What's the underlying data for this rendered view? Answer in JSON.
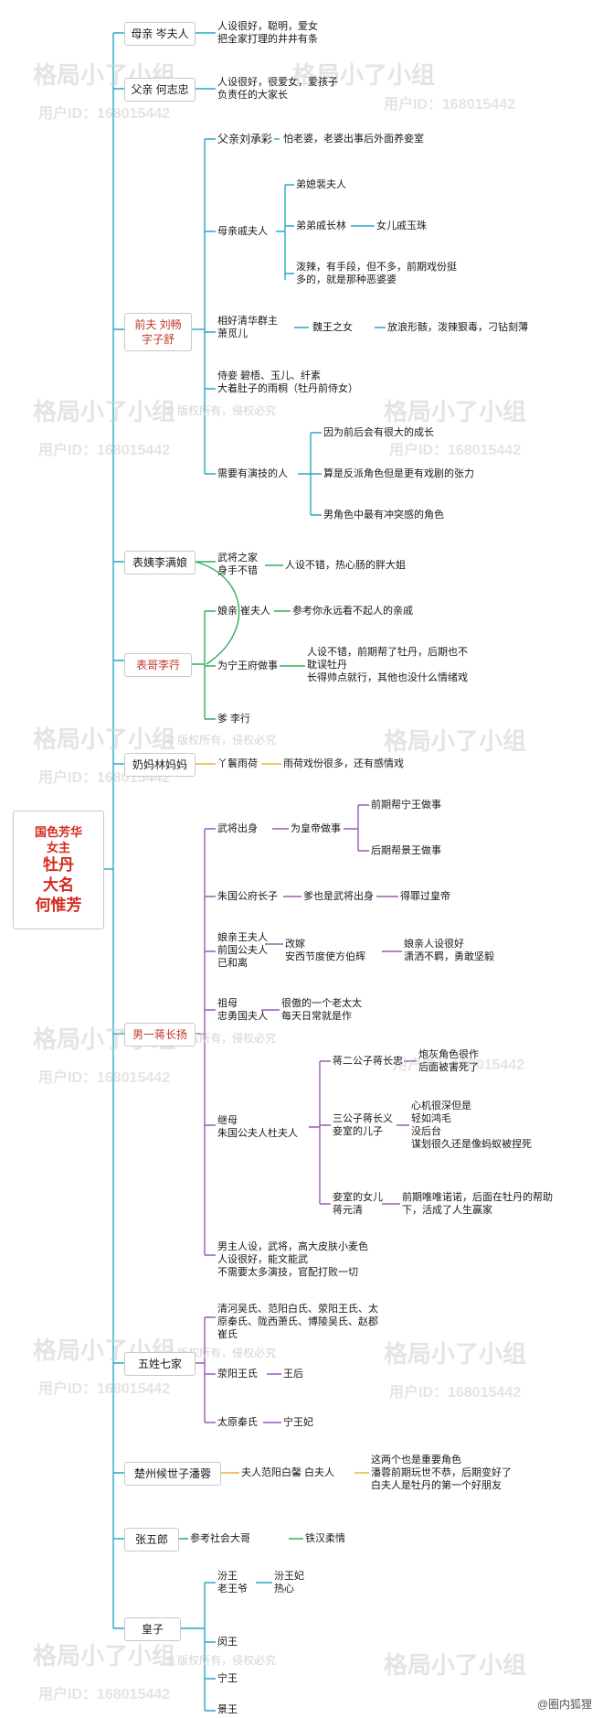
{
  "root": {
    "line1": "国色芳华",
    "line2": "女主",
    "line3": "牡丹",
    "line4": "大名",
    "line5": "何惟芳"
  },
  "mother": {
    "label": "母亲 岑夫人",
    "desc1": "人设很好，聪明，爱女",
    "desc2": "把全家打理的井井有条"
  },
  "father": {
    "label": "父亲 何志忠",
    "desc1": "人设很好，很爱女，爱孩子",
    "desc2": "负责任的大家长"
  },
  "ex_husband": {
    "label1": "前夫 刘畅",
    "label2": "字子舒",
    "father": "父亲刘承彩",
    "father_desc": "怕老婆，老婆出事后外面养妾室",
    "mother": "母亲戚夫人",
    "mother_brother": "弟媳裴夫人",
    "mother_nephew": "弟弟戚长林",
    "mother_nephew_child": "女儿戚玉珠",
    "mother_trait1": "泼辣，有手段，但不多，前期戏份挺",
    "mother_trait2": "多的，就是那种恶婆婆",
    "lover1": "相好清华群主",
    "lover2": "萧觅儿",
    "lover_rel": "魏王之女",
    "lover_desc": "放浪形骸，泼辣狠毒，刁钻刻薄",
    "concubine1": "侍妾 碧梧、玉儿、纤素",
    "concubine2": "大着肚子的雨桐（牡丹前侍女）",
    "acting": "需要有演技的人",
    "acting1": "因为前后会有很大的成长",
    "acting2": "算是反派角色但是更有戏剧的张力",
    "acting3": "男角色中最有冲突感的角色"
  },
  "aunt": {
    "label": "表姨李满娘",
    "origin1": "武将之家",
    "origin2": "身手不错",
    "desc": "人设不错，热心肠的胖大姐"
  },
  "cousin": {
    "label": "表哥李荇",
    "mother": "娘亲 崔夫人",
    "mother_desc": "参考你永远看不起人的亲戚",
    "work": "为宁王府做事",
    "work_desc1": "人设不错，前期帮了牡丹，后期也不",
    "work_desc2": "耽误牡丹",
    "work_desc3": "长得帅点就行，其他也没什么情绪戏",
    "father": "爹 李行"
  },
  "nanny": {
    "label": "奶妈林妈妈",
    "maid": "丫鬟雨荷",
    "maid_desc": "雨荷戏份很多，还有感情戏"
  },
  "male_lead": {
    "label": "男一蒋长扬",
    "origin": "武将出身",
    "origin_rel": "为皇帝做事",
    "origin_a": "前期帮宁王做事",
    "origin_b": "后期帮景王做事",
    "heir": "朱国公府长子",
    "heir_rel": "爹也是武将出身",
    "heir_desc": "得罪过皇帝",
    "mom1": "娘亲王夫人",
    "mom2": "前国公夫人",
    "mom3": "已和离",
    "mom_rel1": "改嫁",
    "mom_rel2": "安西节度使方伯辉",
    "mom_desc1": "娘亲人设很好",
    "mom_desc2": "潇洒不羁，勇敢坚毅",
    "gm1": "祖母",
    "gm2": "忠勇国夫人",
    "gm_desc1": "很傲的一个老太太",
    "gm_desc2": "每天日常就是作",
    "step1": "继母",
    "step2": "朱国公夫人杜夫人",
    "son2": "蒋二公子蒋长忠",
    "son2_desc1": "炮灰角色很作",
    "son2_desc2": "后面被害死了",
    "son3a": "三公子蒋长义",
    "son3b": "妾室的儿子",
    "son3_d1": "心机很深但是",
    "son3_d2": "轻如鸿毛",
    "son3_d3": "没后台",
    "son3_d4": "谋划很久还是像蚂蚁被捏死",
    "dau1": "妾室的女儿",
    "dau2": "蒋元清",
    "dau_desc1": "前期唯唯诺诺，后面在牡丹的帮助",
    "dau_desc2": "下，活成了人生赢家",
    "summary1": "男主人设，武将，高大皮肤小麦色",
    "summary2": "人设很好，能文能武",
    "summary3": "不需要太多演技，官配打败一切"
  },
  "five_clans": {
    "label": "五姓七家",
    "clans1": "清河吴氏、范阳白氏、荥阳王氏、太",
    "clans2": "原秦氏、陇西萧氏、博陵吴氏、赵郡",
    "clans3": "崔氏",
    "xy": "荥阳王氏",
    "xy_rel": "王后",
    "ty": "太原秦氏",
    "ty_rel": "宁王妃"
  },
  "chuzhou": {
    "label": "楚州候世子潘蓉",
    "wife": "夫人范阳白馨 白夫人",
    "desc1": "这两个也是重要角色",
    "desc2": "潘蓉前期玩世不恭，后期变好了",
    "desc3": "白夫人是牡丹的第一个好朋友"
  },
  "zhang": {
    "label": "张五郎",
    "ref": "参考社会大哥",
    "ref2": "铁汉柔情"
  },
  "princes": {
    "label": "皇子",
    "fen1": "汾王",
    "fen2": "老王爷",
    "fen_wife1": "汾王妃",
    "fen_wife2": "热心",
    "min": "闵王",
    "ning": "宁王",
    "jing": "景王"
  },
  "watermark": {
    "brand": "格局小了小组",
    "uid": "用户ID：168015442",
    "copyright": "© 版权所有，侵权必究"
  },
  "corner_logo": "@圈内狐狸"
}
